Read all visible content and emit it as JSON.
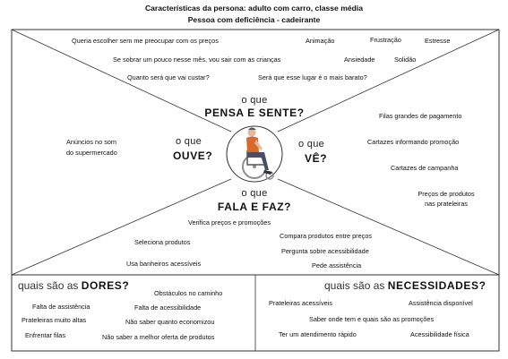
{
  "title": {
    "line1": "Características da persona: adulto com carro, classe média",
    "line2": "Pessoa com deficiência - cadeirante"
  },
  "quadrants": {
    "think": {
      "small": "o que",
      "big": "PENSA E SENTE?",
      "notes": [
        "Queria escolher sem me preocupar com os preços",
        "Animação",
        "Frustração",
        "Estresse",
        "Se sobrar um pouco nesse mês, vou sair com as crianças",
        "Ansiedade",
        "Solidão",
        "Quanto será que vai custar?",
        "Será que esse lugar é o mais barato?"
      ]
    },
    "see": {
      "small": "o que",
      "big": "VÊ?",
      "notes": [
        "Filas grandes de pagamento",
        "Cartazes informando promoção",
        "Cartazes de campanha",
        "Preços de produtos",
        "nas prateleiras"
      ]
    },
    "hear": {
      "small": "o que",
      "big": "OUVE?",
      "notes": [
        "Anúncios no som",
        "do supermercado"
      ]
    },
    "do": {
      "small": "o que",
      "big": "FALA E FAZ?",
      "notes": [
        "Verifica preços e promoções",
        "Compara produtos entre preços",
        "Seleciona produtos",
        "Pergunta sobre acessibilidade",
        "Usa banheiros acessíveis",
        "Pede assistência"
      ]
    }
  },
  "pains": {
    "prefix": "quais são as",
    "keyword": "DORES?",
    "notes": [
      "Obstáculos no caminho",
      "Falta de assistência",
      "Falta de acessibilidade",
      "Prateleiras muito altas",
      "Não saber quanto economizou",
      "Enfrentar filas",
      "Não saber a melhor oferta de produtos"
    ]
  },
  "needs": {
    "prefix": "quais são as",
    "keyword": "NECESSIDADES?",
    "notes": [
      "Prateleiras acessíveis",
      "Assistência disponível",
      "Saber onde tem e quais são as promoções",
      "Ter um atendimento rápido",
      "Acessibilidade física"
    ]
  },
  "colors": {
    "line": "#333333",
    "shirt": "#d9682b",
    "pants": "#4a4f66",
    "wheel": "#8a8f97"
  }
}
